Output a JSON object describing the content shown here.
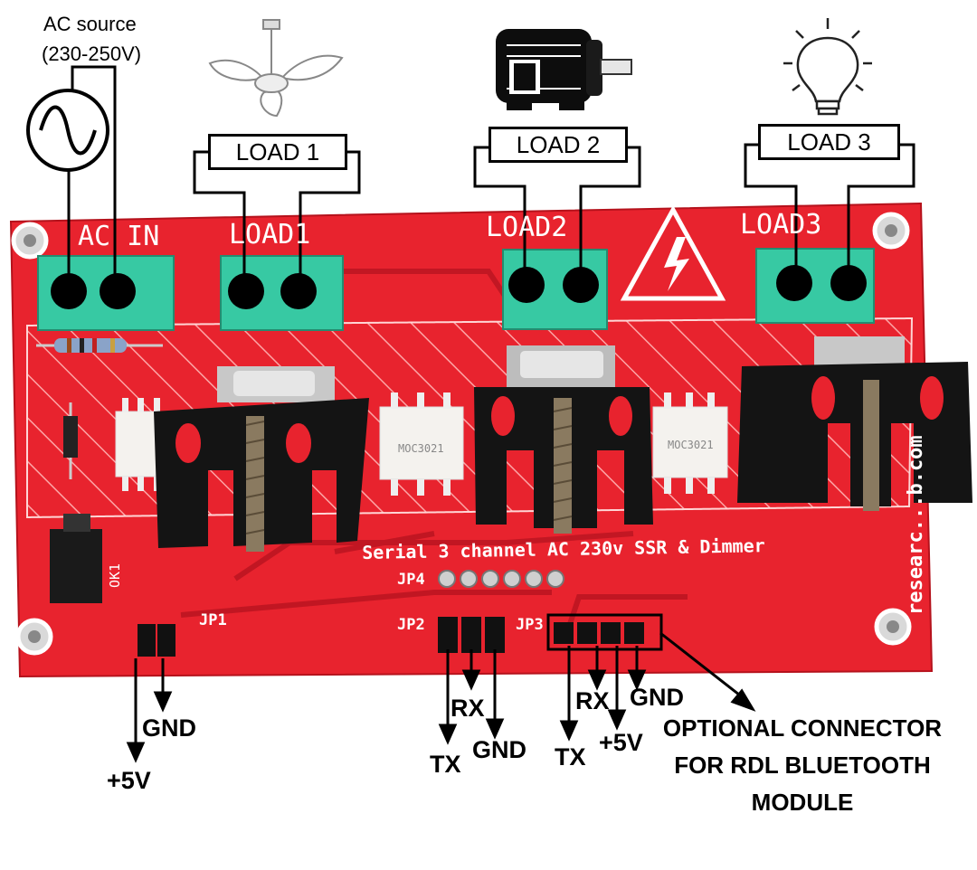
{
  "ac_source": {
    "line1": "AC source",
    "line2": "(230-250V)"
  },
  "loads": [
    {
      "box_label": "LOAD 1",
      "pcb_label": "LOAD1"
    },
    {
      "box_label": "LOAD 2",
      "pcb_label": "LOAD2"
    },
    {
      "box_label": "LOAD 3",
      "pcb_label": "LOAD3"
    }
  ],
  "pcb": {
    "ac_in_label": "AC IN",
    "title": "Serial 3 channel AC 230v SSR & Dimmer",
    "side_text": "researc...b.com",
    "jp1": "JP1",
    "jp2": "JP2",
    "jp3": "JP3",
    "jp4": "JP4",
    "ok1": "OK1"
  },
  "jp1_pins": {
    "gnd": "GND",
    "vcc": "+5V"
  },
  "jp2_pins": {
    "tx": "TX",
    "rx": "RX",
    "gnd": "GND"
  },
  "jp3_pins": {
    "tx": "TX",
    "rx": "RX",
    "vcc": "+5V",
    "gnd": "GND"
  },
  "optional_note": {
    "line1": "OPTIONAL CONNECTOR",
    "line2": "FOR RDL BLUETOOTH",
    "line3": "MODULE"
  },
  "colors": {
    "pcb": "#e8232e",
    "terminal": "#37c9a3",
    "heatsink": "#141414",
    "optocoupler": "#f4f2ee"
  },
  "icons": [
    "ac-source-symbol",
    "ceiling-fan-icon",
    "motor-icon",
    "light-bulb-icon",
    "high-voltage-warning-icon"
  ]
}
